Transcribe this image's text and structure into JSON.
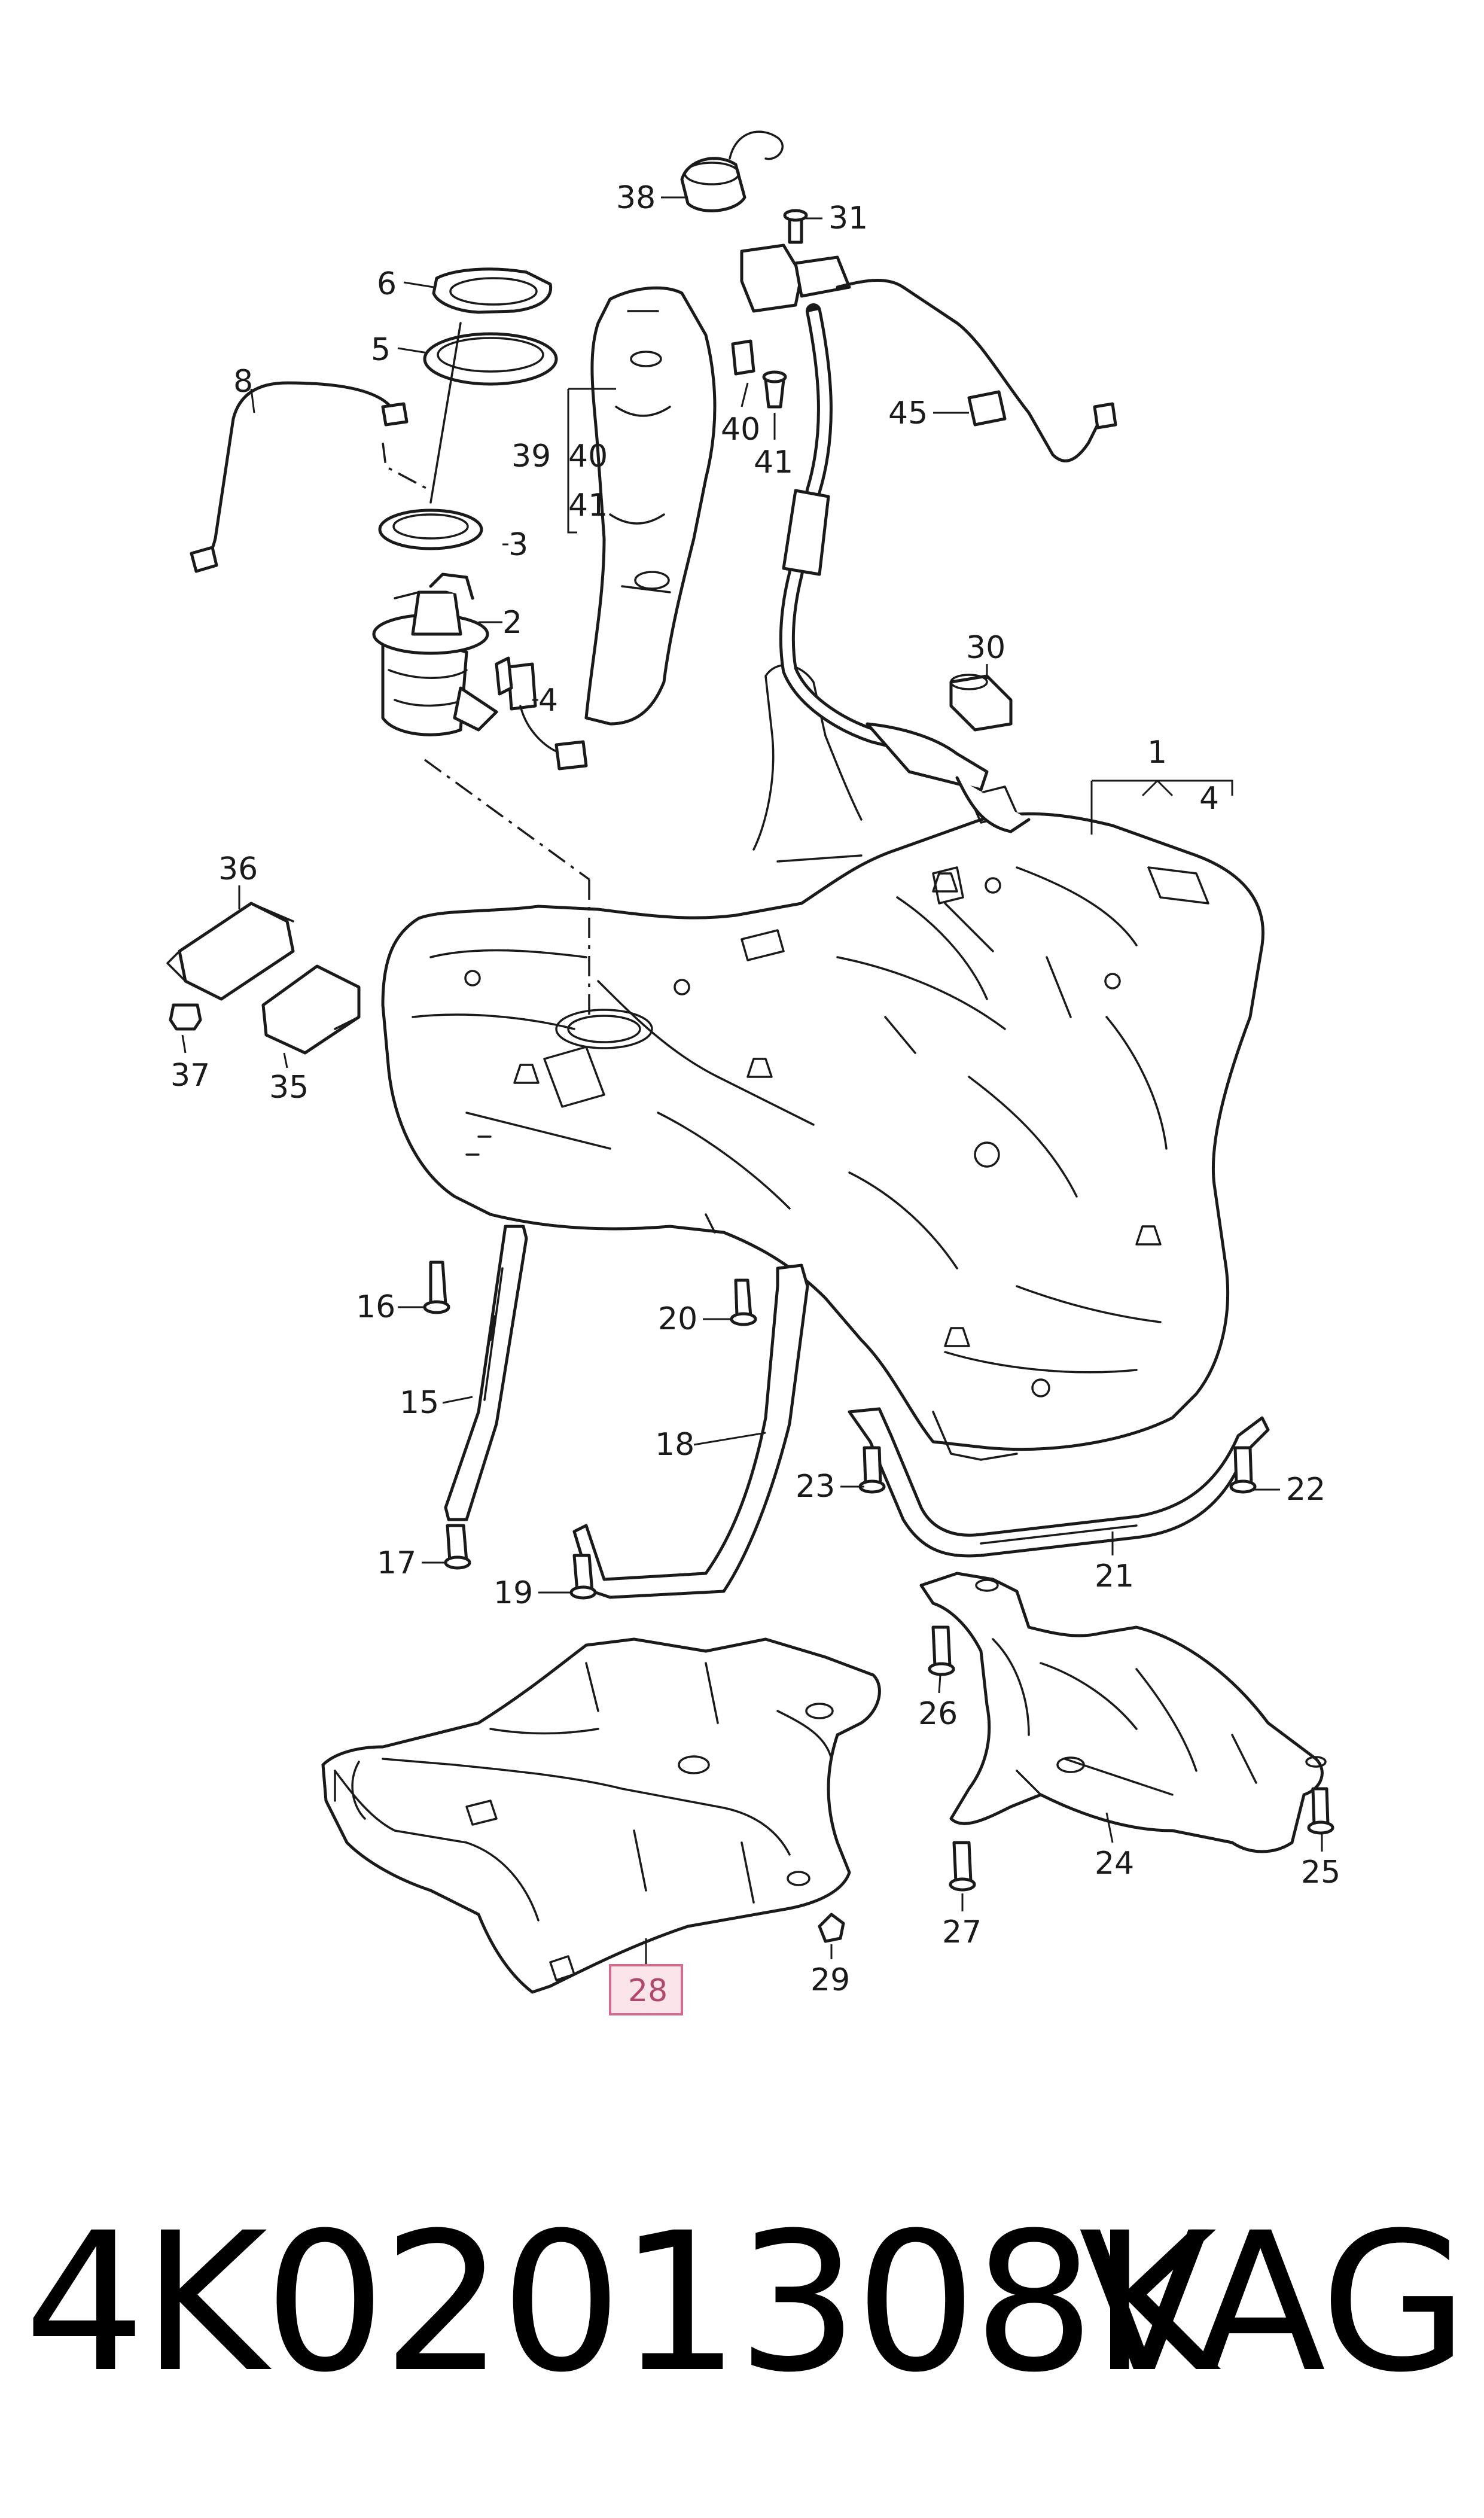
{
  "footer": {
    "part_number": "4K0201308K",
    "brand": "VAG"
  },
  "highlight_color": "#d06d8c",
  "callouts": [
    {
      "id": "c38",
      "text": "38"
    },
    {
      "id": "c31",
      "text": "31"
    },
    {
      "id": "c6",
      "text": "6"
    },
    {
      "id": "c5",
      "text": "5"
    },
    {
      "id": "c8",
      "text": "8"
    },
    {
      "id": "c39",
      "text": "39"
    },
    {
      "id": "c40a",
      "text": "40"
    },
    {
      "id": "c41a",
      "text": "41"
    },
    {
      "id": "c40b",
      "text": "40"
    },
    {
      "id": "c41b",
      "text": "41"
    },
    {
      "id": "c45",
      "text": "45"
    },
    {
      "id": "c3",
      "text": "3"
    },
    {
      "id": "c2",
      "text": "2"
    },
    {
      "id": "c4a",
      "text": "4"
    },
    {
      "id": "c30",
      "text": "30"
    },
    {
      "id": "c1",
      "text": "1"
    },
    {
      "id": "c4b",
      "text": "4"
    },
    {
      "id": "c36",
      "text": "36"
    },
    {
      "id": "c37",
      "text": "37"
    },
    {
      "id": "c35",
      "text": "35"
    },
    {
      "id": "c16",
      "text": "16"
    },
    {
      "id": "c20",
      "text": "20"
    },
    {
      "id": "c15",
      "text": "15"
    },
    {
      "id": "c18",
      "text": "18"
    },
    {
      "id": "c23",
      "text": "23"
    },
    {
      "id": "c22",
      "text": "22"
    },
    {
      "id": "c21",
      "text": "21"
    },
    {
      "id": "c17",
      "text": "17"
    },
    {
      "id": "c19",
      "text": "19"
    },
    {
      "id": "c26",
      "text": "26"
    },
    {
      "id": "c24",
      "text": "24"
    },
    {
      "id": "c25",
      "text": "25"
    },
    {
      "id": "c27",
      "text": "27"
    },
    {
      "id": "c28",
      "text": "28"
    },
    {
      "id": "c29",
      "text": "29"
    }
  ]
}
